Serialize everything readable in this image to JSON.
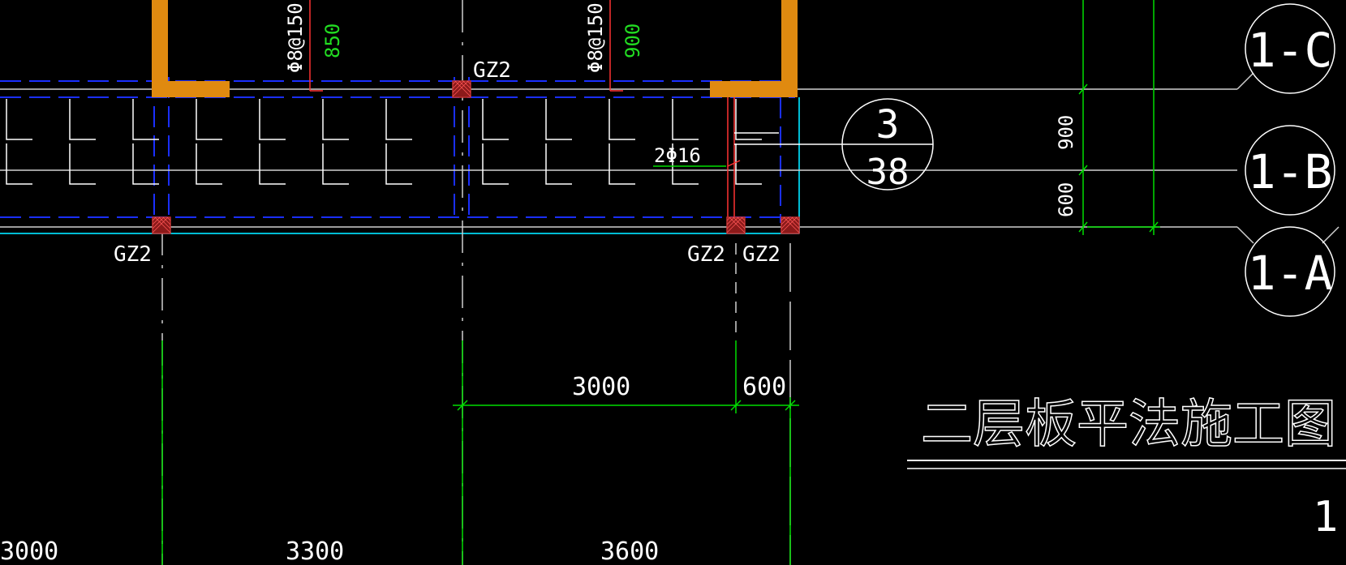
{
  "colors": {
    "background": "#000000",
    "wall": "#e08a10",
    "column_fill": "#8b1a1a",
    "dim": "#00dd00",
    "grid_line": "#dddddd",
    "hidden_beam": "#1a2fff",
    "rebar_bend": "#ffffff",
    "slab_edge": "#00bcd4",
    "red_line": "#ff3333",
    "text": "#ffffff",
    "text_green": "#22dd22"
  },
  "drawing": {
    "title": "二层板平法施工图",
    "scale_text": "1:",
    "columns": {
      "gz_top_mid": "GZ2",
      "gz_bottom_left": "GZ2",
      "gz_bottom_right_a": "GZ2",
      "gz_bottom_right_b": "GZ2"
    },
    "rebar": {
      "left_spec": "Φ8@150",
      "left_len": "850",
      "right_spec": "Φ8@150",
      "right_len": "900",
      "beam_bars": "2Φ16"
    },
    "detail_callout": {
      "number": "3",
      "sheet": "38"
    },
    "axes": [
      "1-C",
      "1-B",
      "1-A"
    ],
    "dims_vertical": [
      "900",
      "600"
    ],
    "dims_horizontal_mid": [
      "3000",
      "600"
    ],
    "dims_horizontal_bottom": [
      "3000",
      "3300",
      "3600"
    ]
  }
}
